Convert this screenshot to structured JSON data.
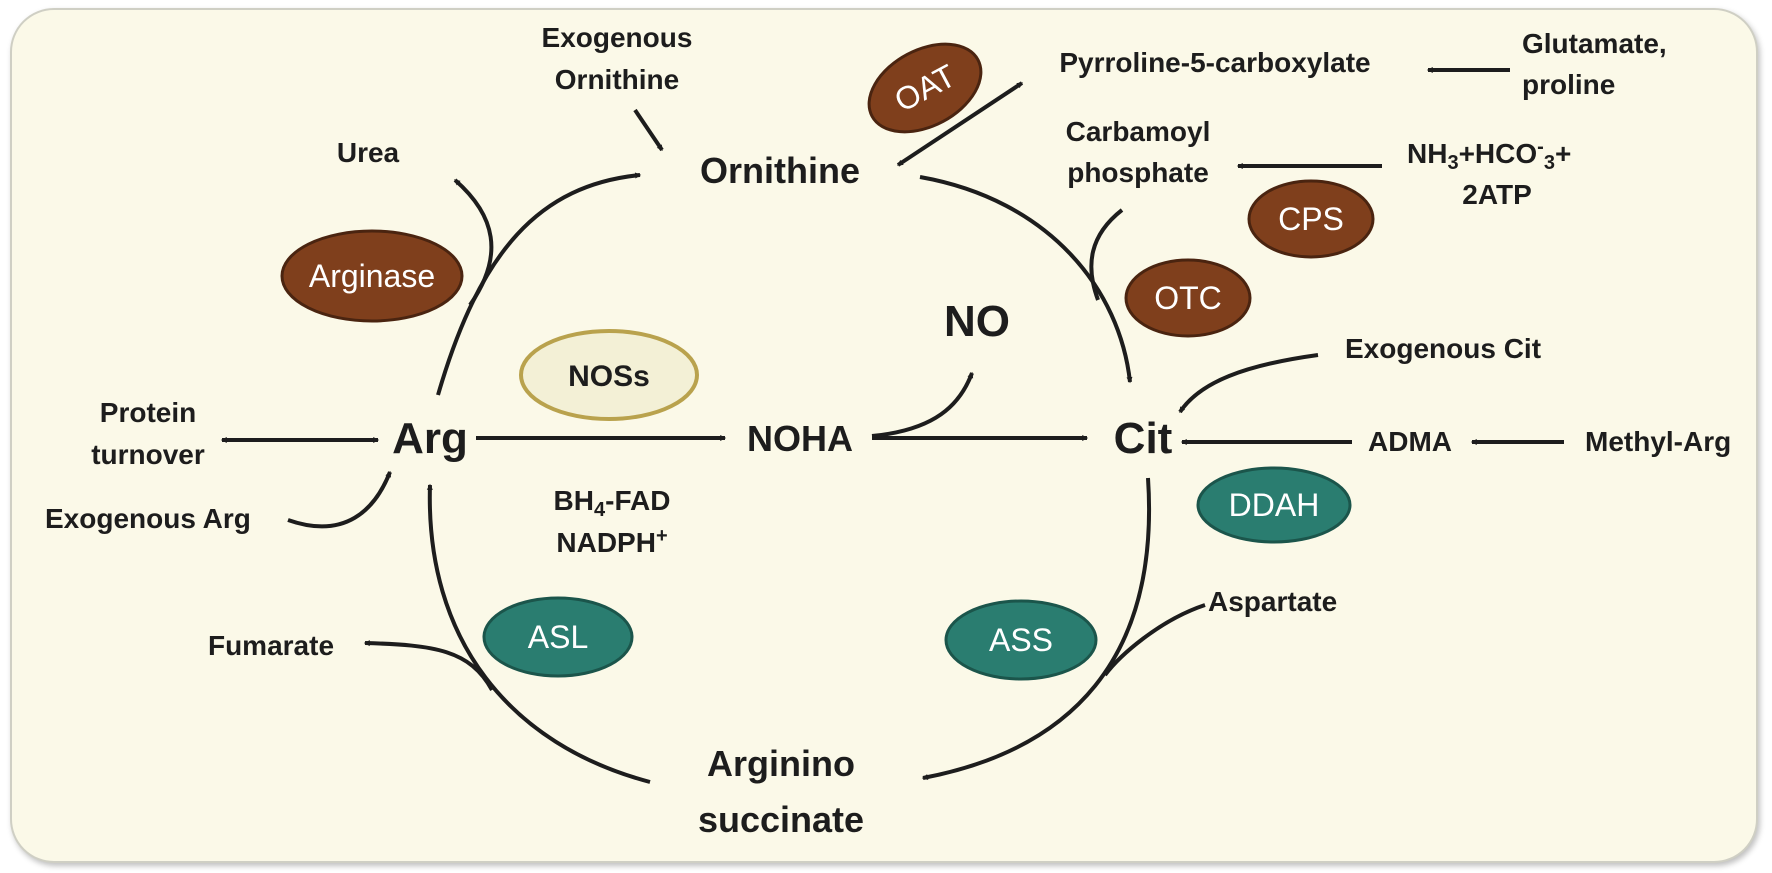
{
  "diagram": {
    "metabolites": {
      "ornithine": "Ornithine",
      "exogenous_ornithine_1": "Exogenous",
      "exogenous_ornithine_2": "Ornithine",
      "urea": "Urea",
      "p5c": "Pyrroline-5-carboxylate",
      "glutamate_1": "Glutamate,",
      "glutamate_2": "proline",
      "carbamoyl_1": "Carbamoyl",
      "carbamoyl_2": "phosphate",
      "nh3_a": "NH",
      "nh3_b": "3",
      "nh3_c": "+HCO",
      "nh3_d": "-",
      "nh3_e": "3",
      "nh3_f": "+",
      "atp": "2ATP",
      "no": "NO",
      "arg": "Arg",
      "noha": "NOHA",
      "cit": "Cit",
      "protein_1": "Protein",
      "protein_2": "turnover",
      "exogenous_arg": "Exogenous Arg",
      "exogenous_cit": "Exogenous Cit",
      "adma": "ADMA",
      "methyl_arg": "Methyl-Arg",
      "aspartate": "Aspartate",
      "fumarate": "Fumarate",
      "argsucc_1": "Arginino",
      "argsucc_2": "succinate",
      "cofactor_1a": "BH",
      "cofactor_1b": "4",
      "cofactor_1c": "-FAD",
      "cofactor_2a": "NADPH",
      "cofactor_2b": "+"
    },
    "enzymes": {
      "oat": "OAT",
      "arginase": "Arginase",
      "cps": "CPS",
      "otc": "OTC",
      "noss": "NOSs",
      "ddah": "DDAH",
      "asl": "ASL",
      "ass": "ASS"
    },
    "colors": {
      "background": "#fbf9e8",
      "brown_enzyme": "#7f3f1c",
      "teal_enzyme": "#2a7d70",
      "nos_fill": "#f3f0d6",
      "nos_stroke": "#b9a24d",
      "text": "#1d1d1d"
    }
  }
}
